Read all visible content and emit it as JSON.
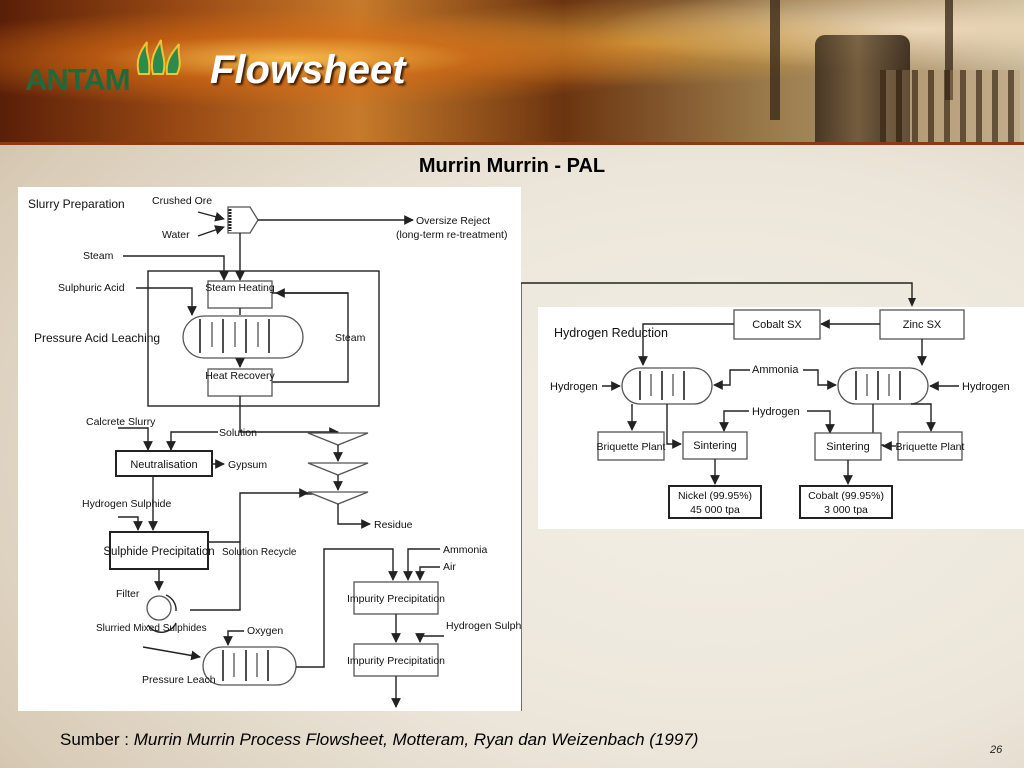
{
  "header": {
    "logo_text": "ANTAM",
    "title": "Flowsheet"
  },
  "diagram_title": "Murrin Murrin - PAL",
  "left_flowsheet": {
    "sections": {
      "slurry_preparation": "Slurry Preparation",
      "pressure_acid_leaching": "Pressure Acid Leaching"
    },
    "inputs": {
      "crushed_ore": "Crushed Ore",
      "water": "Water",
      "steam_top": "Steam",
      "sulphuric_acid": "Sulphuric Acid",
      "steam_loop": "Steam",
      "calcrete_slurry": "Calcrete Slurry",
      "hydrogen_sulphide_1": "Hydrogen Sulphide",
      "oxygen": "Oxygen",
      "ammonia": "Ammonia",
      "air": "Air",
      "hydrogen_sulphide_2": "Hydrogen Sulphide",
      "filter": "Filter",
      "slurried_mixed_sulphides": "Slurried Mixed Sulphides"
    },
    "outputs": {
      "oversize_reject": "Oversize Reject",
      "long_term": "(long-term re-treatment)",
      "gypsum": "Gypsum",
      "residue": "Residue"
    },
    "streams": {
      "solution": "Solution",
      "solution_recycle": "Solution Recycle"
    },
    "units": {
      "steam_heating": "Steam Heating",
      "heat_recovery": "Heat Recovery",
      "neutralisation": "Neutralisation",
      "sulphide_precipitation": "Sulphide Precipitation",
      "impurity_precipitation_1": "Impurity Precipitation",
      "impurity_precipitation_2": "Impurity Precipitation",
      "pressure_leach": "Pressure Leach"
    }
  },
  "right_flowsheet": {
    "section": "Hydrogen Reduction",
    "units": {
      "cobalt_sx": "Cobalt SX",
      "zinc_sx": "Zinc SX",
      "briquette_plant_1": "Briquette Plant",
      "sintering_1": "Sintering",
      "sintering_2": "Sintering",
      "briquette_plant_2": "Briquette Plant"
    },
    "inputs": {
      "hydrogen_left": "Hydrogen",
      "ammonia": "Ammonia",
      "hydrogen_mid": "Hydrogen",
      "hydrogen_right": "Hydrogen"
    },
    "products": {
      "nickel": "Nickel (99.95%)",
      "nickel_rate": "45 000 tpa",
      "cobalt": "Cobalt (99.95%)",
      "cobalt_rate": "3 000 tpa"
    }
  },
  "footer": {
    "source_label": "Sumber :",
    "source_citation": "Murrin Murrin Process Flowsheet, Motteram, Ryan dan Weizenbach (1997)",
    "page_number": "26"
  }
}
